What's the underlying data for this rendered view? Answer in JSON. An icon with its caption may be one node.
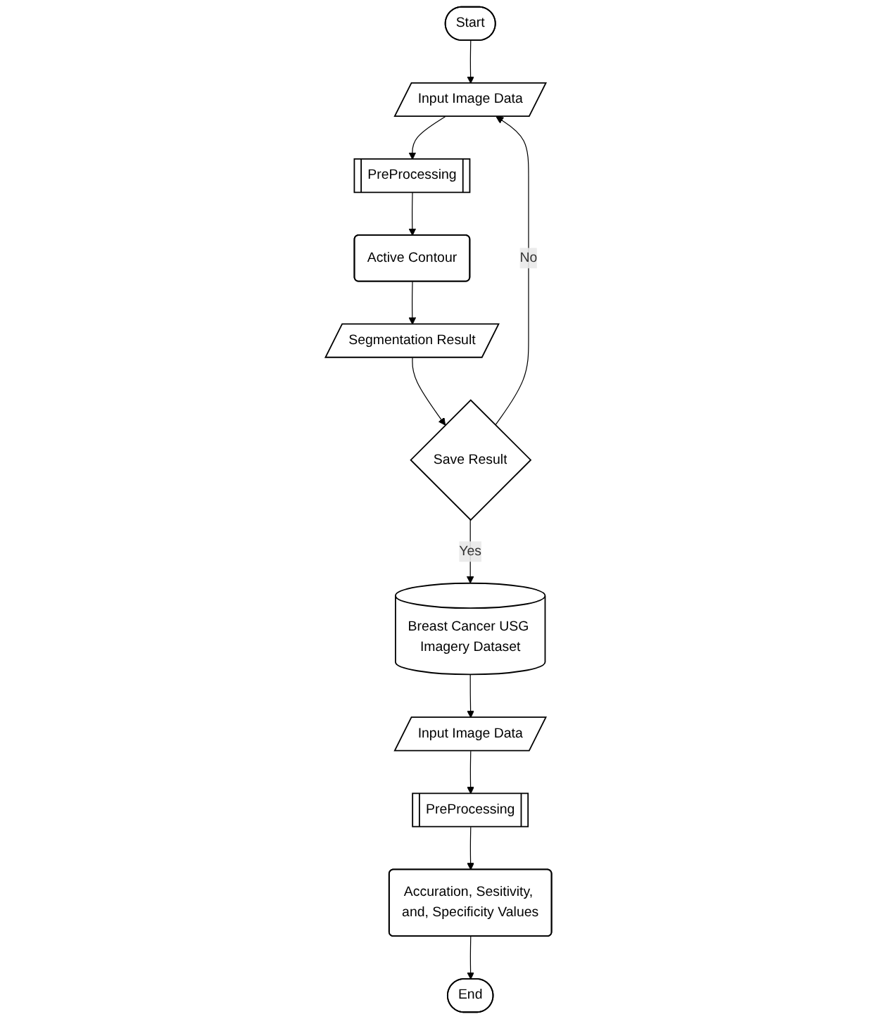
{
  "diagram": {
    "nodes": [
      {
        "text": [
          "Start"
        ]
      },
      {
        "text": [
          "Input Image Data"
        ]
      },
      {
        "text": [
          "PreProcessing"
        ]
      },
      {
        "text": [
          "Active Contour"
        ]
      },
      {
        "text": [
          "Segmentation Result"
        ]
      },
      {
        "text": [
          "Save Result"
        ]
      },
      {
        "text": [
          "Breast Cancer USG Imagery Dataset"
        ]
      },
      {
        "text": [
          "Input Image Data"
        ]
      },
      {
        "text": [
          "PreProcessing"
        ]
      },
      {
        "text": [
          "Accuration, Sesitivity, and, Specificity Values"
        ]
      },
      {
        "text": [
          "End"
        ]
      }
    ],
    "edges": [
      {
        "from": 0,
        "to": 1,
        "arrow": "to"
      },
      {
        "from": 1,
        "to": 2,
        "arrow": "to"
      },
      {
        "from": 2,
        "to": 3,
        "arrow": "to"
      },
      {
        "from": 3,
        "to": 4,
        "arrow": "to"
      },
      {
        "from": 4,
        "to": 5,
        "arrow": "to"
      },
      {
        "from": 5,
        "to": 1,
        "arrow": "to",
        "label": "No"
      },
      {
        "from": 5,
        "to": 6,
        "arrow": "to",
        "label": "Yes"
      },
      {
        "from": 6,
        "to": 7,
        "arrow": "to"
      },
      {
        "from": 7,
        "to": 8,
        "arrow": "to"
      },
      {
        "from": 8,
        "to": 9,
        "arrow": "to"
      },
      {
        "from": 9,
        "to": 10,
        "arrow": "to"
      }
    ]
  }
}
